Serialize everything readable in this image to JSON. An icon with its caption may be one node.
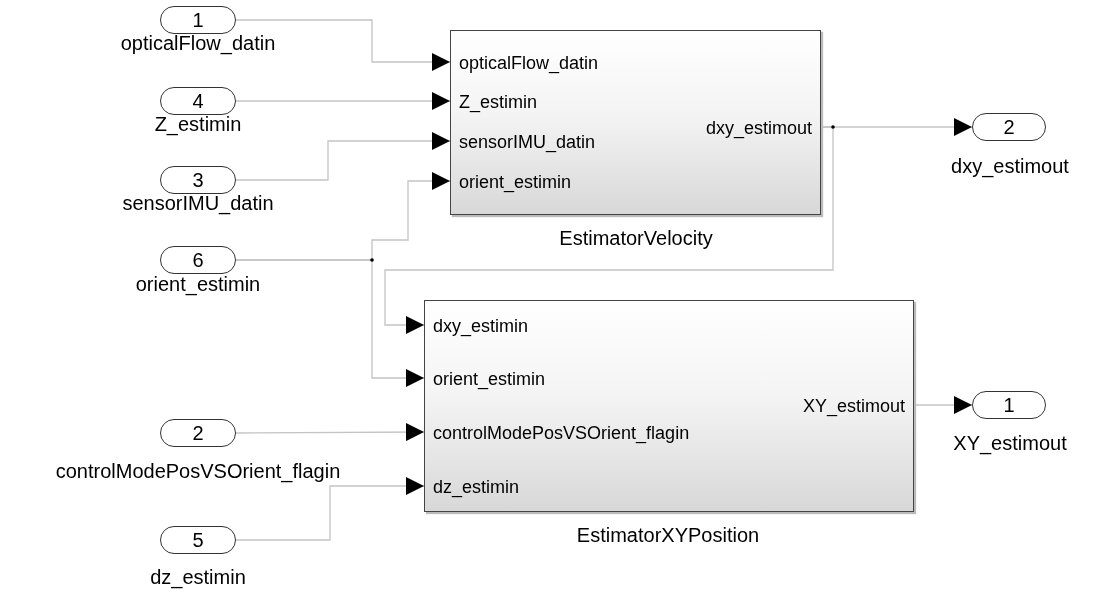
{
  "diagram": {
    "nodes": [
      {
        "text": [
          "1"
        ],
        "beside": [
          "opticalFlow_datin"
        ]
      },
      {
        "text": [
          "4"
        ],
        "beside": [
          "Z_estimin"
        ]
      },
      {
        "text": [
          "3"
        ],
        "beside": [
          "sensorIMU_datin"
        ]
      },
      {
        "text": [
          "6"
        ],
        "beside": [
          "orient_estimin"
        ]
      },
      {
        "text": [],
        "shape": "box",
        "beside": [
          "EstimatorVelocity"
        ]
      },
      {
        "text": [
          "opticalFlow_datin"
        ],
        "in": 4
      },
      {
        "text": [
          "Z_estimin"
        ],
        "in": 4
      },
      {
        "text": [
          "sensorIMU_datin"
        ],
        "in": 4
      },
      {
        "text": [
          "orient_estimin"
        ],
        "in": 4
      },
      {
        "text": [
          "dxy_estimout"
        ],
        "in": 4
      },
      {
        "text": [
          "2"
        ],
        "beside": [
          "dxy_estimout"
        ]
      },
      {
        "text": [
          "2"
        ],
        "beside": [
          "controlModePosVSOrient_flagin"
        ]
      },
      {
        "text": [
          "5"
        ],
        "beside": [
          "dz_estimin"
        ]
      },
      {
        "text": [],
        "shape": "box",
        "beside": [
          "EstimatorXYPosition"
        ]
      },
      {
        "text": [
          "dxy_estimin"
        ],
        "in": 13
      },
      {
        "text": [
          "orient_estimin"
        ],
        "in": 13
      },
      {
        "text": [
          "controlModePosVSOrient_flagin"
        ],
        "in": 13
      },
      {
        "text": [
          "dz_estimin"
        ],
        "in": 13
      },
      {
        "text": [
          "XY_estimout"
        ],
        "in": 13
      },
      {
        "text": [
          "1"
        ],
        "beside": [
          "XY_estimout"
        ]
      }
    ],
    "edges": [
      {
        "from": 0,
        "to": 5,
        "arrow": "to"
      },
      {
        "from": 1,
        "to": 6,
        "arrow": "to"
      },
      {
        "from": 2,
        "to": 7,
        "arrow": "to"
      },
      {
        "from": 3,
        "to": 8,
        "arrow": "to"
      },
      {
        "from": 3,
        "to": 15,
        "arrow": "to"
      },
      {
        "from": 9,
        "to": 10,
        "arrow": "to"
      },
      {
        "from": 9,
        "to": 14,
        "arrow": "to"
      },
      {
        "from": 11,
        "to": 16,
        "arrow": "to"
      },
      {
        "from": 12,
        "to": 17,
        "arrow": "to"
      },
      {
        "from": 18,
        "to": 19,
        "arrow": "to"
      }
    ]
  }
}
